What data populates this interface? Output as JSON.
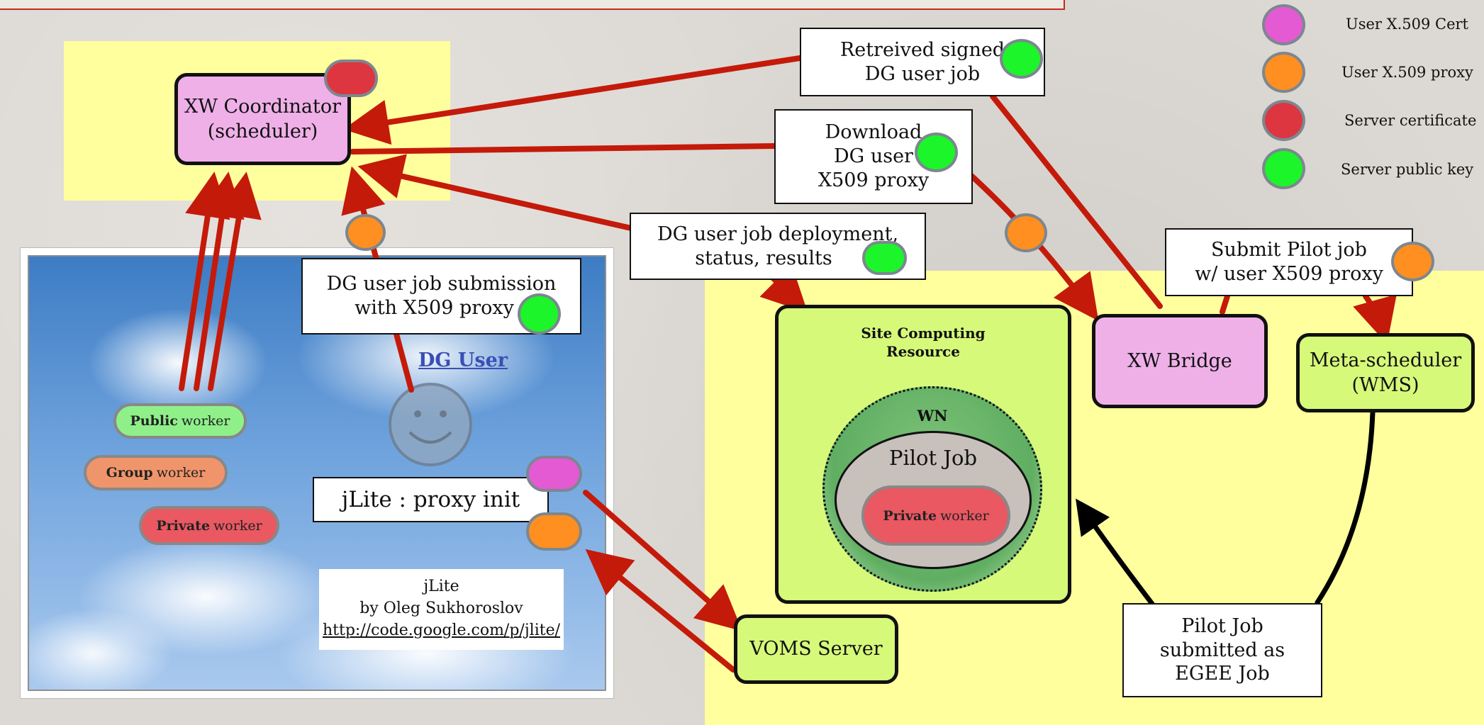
{
  "colors": {
    "cert": "#e35ad3",
    "proxy": "#ff8f20",
    "server_cert": "#dd3640",
    "public_key": "#1cf52a",
    "arrow": "#c41a0a",
    "node_pink": "#efb0e8",
    "node_green": "#d6f97a"
  },
  "legend": {
    "cert": "User X.509 Cert",
    "proxy": "User X.509 proxy",
    "server_cert": "Server certificate",
    "public_key": "Server public key"
  },
  "coordinator": {
    "line1": "XW Coordinator",
    "line2": "(scheduler)"
  },
  "boxes": {
    "retrieved": {
      "line1": "Retreived signed",
      "line2": "DG user job"
    },
    "download": {
      "line1": "Download",
      "line2": "DG user",
      "line3": "X509 proxy"
    },
    "deployment": {
      "line1": "DG user job deployment,",
      "line2": "status, results"
    },
    "submission": {
      "line1": "DG user job submission",
      "line2": "with X509 proxy"
    },
    "submit_pilot": {
      "line1": "Submit Pilot job",
      "line2": "w/ user X509 proxy"
    },
    "jlite_init": "jLite : proxy init",
    "jlite_credit": {
      "line1": "jLite",
      "line2": "by Oleg Sukhoroslov",
      "url": "http://code.google.com/p/jlite/"
    },
    "pilot_egee": {
      "line1": "Pilot Job",
      "line2": "submitted as",
      "line3": "EGEE Job"
    }
  },
  "dg_user": "DG User",
  "workers": {
    "public": {
      "bold": "Public",
      "rest": "worker"
    },
    "group": {
      "bold": "Group",
      "rest": "worker"
    },
    "private": {
      "bold": "Private",
      "rest": "worker"
    },
    "site_private": {
      "bold": "Private",
      "rest": "worker"
    }
  },
  "site": {
    "line1": "Site Computing",
    "line2": "Resource",
    "wn": "WN",
    "pilot_job": "Pilot Job"
  },
  "xw_bridge": "XW Bridge",
  "meta_scheduler": {
    "line1": "Meta-scheduler",
    "line2": "(WMS)"
  },
  "voms": "VOMS Server"
}
